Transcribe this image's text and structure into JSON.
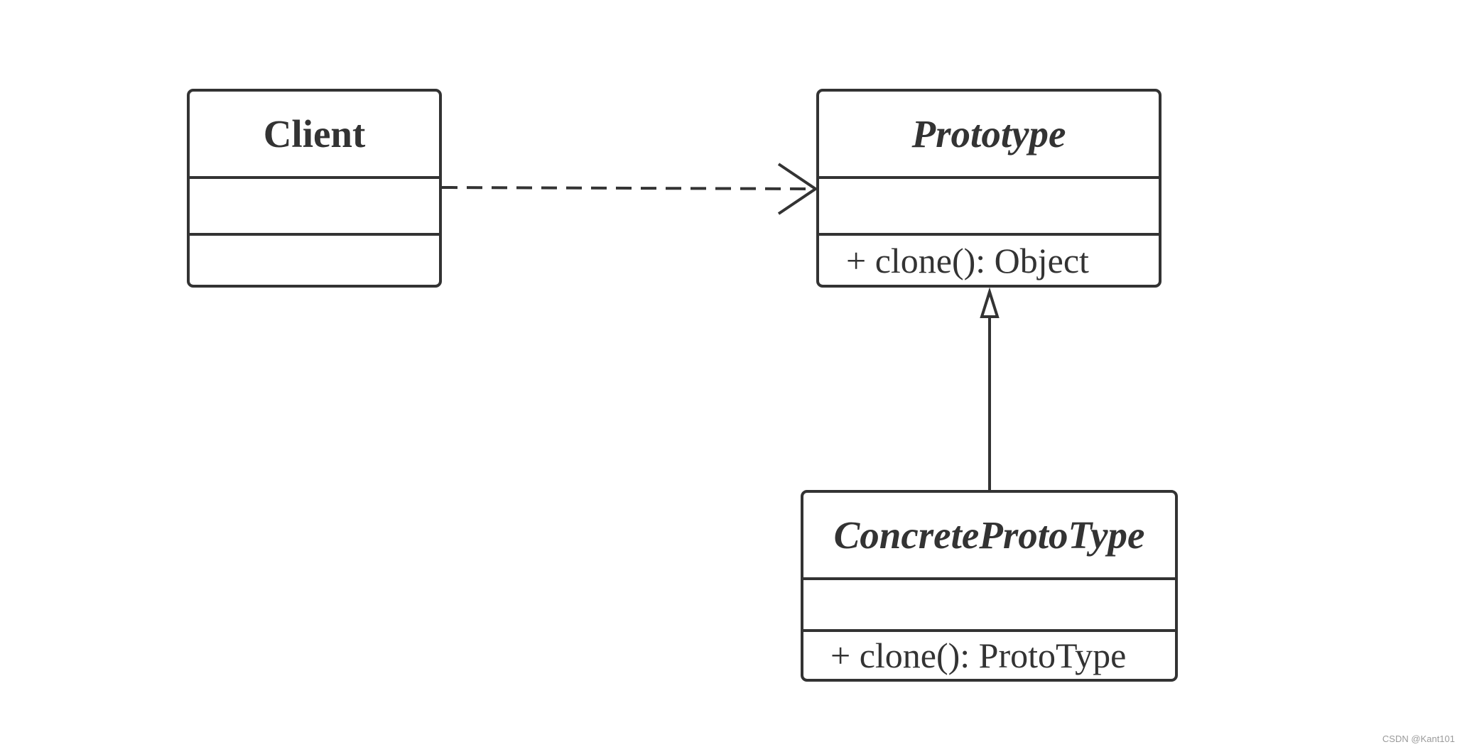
{
  "classes": {
    "client": {
      "name": "Client",
      "abstract": false,
      "attributes": [],
      "methods": []
    },
    "prototype": {
      "name": "Prototype",
      "abstract": true,
      "attributes": [],
      "methods": [
        "+ clone(): Object"
      ]
    },
    "concrete": {
      "name": "ConcreteProtoType",
      "abstract": true,
      "attributes": [],
      "methods": [
        "+ clone(): ProtoType"
      ]
    }
  },
  "relations": [
    {
      "type": "dependency",
      "from": "Client",
      "to": "Prototype",
      "line": "dashed",
      "arrow": "open"
    },
    {
      "type": "generalization",
      "from": "ConcreteProtoType",
      "to": "Prototype",
      "line": "solid",
      "arrow": "hollow-triangle"
    }
  ],
  "colors": {
    "stroke": "#333333",
    "background": "#ffffff",
    "watermark": "#9a9a9a"
  },
  "watermark": "CSDN @Kant101"
}
